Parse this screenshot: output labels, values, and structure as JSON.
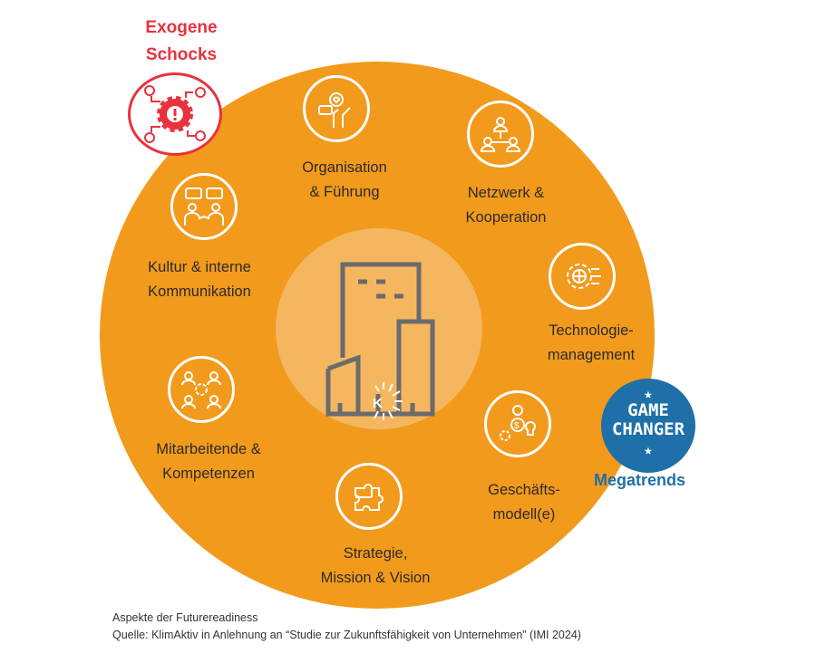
{
  "colors": {
    "orange": "#F29A1C",
    "inner": "#F5B660",
    "red": "#E8323C",
    "blue": "#1F6FA8",
    "icon_gray": "#6B6B6B"
  },
  "exogenous": {
    "line1": "Exogene",
    "line2": "Schocks",
    "icon": "gear-alert-icon"
  },
  "center": {
    "icon": "buildings-icon",
    "logo_letter": "K"
  },
  "aspects": [
    {
      "line1": "Organisation",
      "line2": "& Führung",
      "icon": "leadership-icon"
    },
    {
      "line1": "Netzwerk &",
      "line2": "Kooperation",
      "icon": "network-icon"
    },
    {
      "line1": "Technologie-",
      "line2": "management",
      "icon": "technology-gear-icon"
    },
    {
      "line1": "Geschäfts-",
      "line2": "modell(e)",
      "icon": "business-model-icon"
    },
    {
      "line1": "Strategie,",
      "line2": "Mission & Vision",
      "icon": "puzzle-icon"
    },
    {
      "line1": "Mitarbeitende &",
      "line2": "Kompetenzen",
      "icon": "team-icon"
    },
    {
      "line1": "Kultur & interne",
      "line2": "Kommunikation",
      "icon": "conversation-icon"
    }
  ],
  "game_changer": {
    "line1": "GAME",
    "line2": "CHANGER",
    "caption": "Megatrends"
  },
  "caption": {
    "title": "Aspekte der Futurereadiness",
    "source": "Quelle: KlimAktiv in Anlehnung an “Studie zur Zukunftsfähigkeit von Unternehmen” (IMI 2024)"
  }
}
